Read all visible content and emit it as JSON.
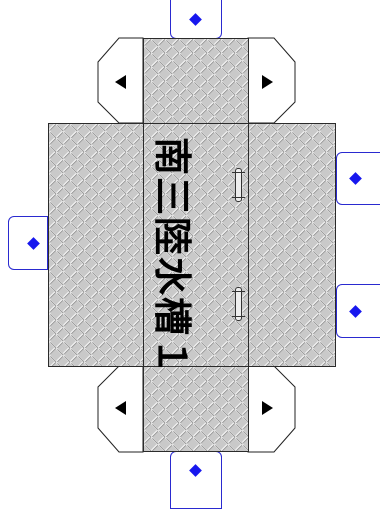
{
  "diagram": {
    "label": "南三陸水槽１"
  },
  "icons": {
    "tab_marker": "diamond",
    "fold_arrow_left": "triangle-left",
    "fold_arrow_right": "triangle-right",
    "handle": "bar-handle"
  },
  "colors": {
    "background": "#ffffff",
    "plate": "#c6c6c6",
    "plate_outline": "#2b2b2b",
    "tab_border": "#2a2ad0",
    "tab_marker": "#1717ee",
    "arrow": "#000000",
    "label": "#000000"
  }
}
